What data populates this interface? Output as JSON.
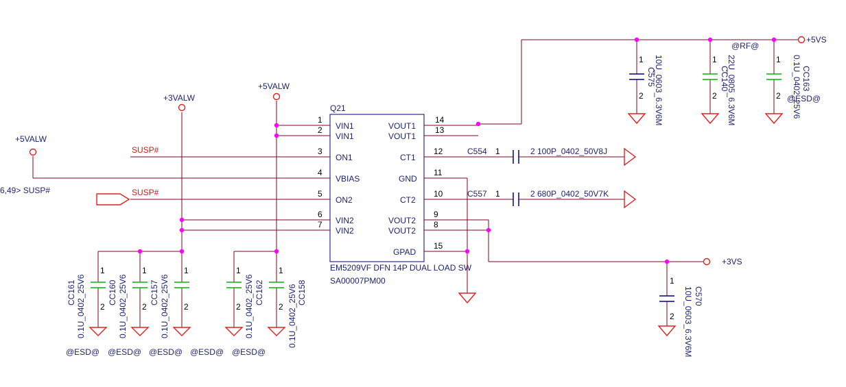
{
  "chip": {
    "refdes": "Q21",
    "part": "EM5209VF DFN 14P DUAL LOAD SW",
    "partnum": "SA00007PM00",
    "pins": [
      {
        "num": "1",
        "name": "VIN1"
      },
      {
        "num": "2",
        "name": "VIN1"
      },
      {
        "num": "3",
        "name": "ON1"
      },
      {
        "num": "4",
        "name": "VBIAS"
      },
      {
        "num": "5",
        "name": "ON2"
      },
      {
        "num": "6",
        "name": "VIN2"
      },
      {
        "num": "7",
        "name": "VIN2"
      },
      {
        "num": "14",
        "name": "VOUT1"
      },
      {
        "num": "13",
        "name": "VOUT1"
      },
      {
        "num": "12",
        "name": "CT1"
      },
      {
        "num": "11",
        "name": "GND"
      },
      {
        "num": "10",
        "name": "CT2"
      },
      {
        "num": "9",
        "name": "VOUT2"
      },
      {
        "num": "8",
        "name": "VOUT2"
      },
      {
        "num": "15",
        "name": "GPAD"
      }
    ]
  },
  "power": {
    "p3valw": "+3VALW",
    "p5valw_top": "+5VALW",
    "p5valw_left": "+5VALW",
    "p5vs": "+5VS",
    "p3vs": "+3VS"
  },
  "nets": {
    "susp1": "SUSP#",
    "susp2": "SUSP#",
    "offpage": "6,49>  SUSP#",
    "rf": "@RF@",
    "esd_right": "@ESD@"
  },
  "caps": [
    {
      "ref": "CC161",
      "value": "0.1U_0402_25V6"
    },
    {
      "ref": "CC160",
      "value": "0.1U_0402_25V6"
    },
    {
      "ref": "CC157",
      "value": "0.1U_0402_25V6"
    },
    {
      "ref": "CC162",
      "value": "0.1U_0402_25V6"
    },
    {
      "ref": "CC158",
      "value": "0.1U_0402_25V6"
    },
    {
      "ref": "C575",
      "value": "10U_0603_6.3V6M"
    },
    {
      "ref": "CC140",
      "value": "22U_0805_6.3V6M"
    },
    {
      "ref": "CC163",
      "value": "0.1U_0402_25V6"
    },
    {
      "ref": "C570",
      "value": "10U_0603_6.3V6M"
    }
  ],
  "timing_caps": [
    {
      "ref": "C554",
      "pin1": "1",
      "label": "2  100P_0402_50V8J"
    },
    {
      "ref": "C557",
      "pin1": "1",
      "label": "2  680P_0402_50V7K"
    }
  ],
  "esd_labels": [
    "@ESD@",
    "@ESD@",
    "@ESD@",
    "@ESD@",
    "@ESD@"
  ],
  "cap_pin_labels": {
    "one": "1",
    "two": "2"
  }
}
